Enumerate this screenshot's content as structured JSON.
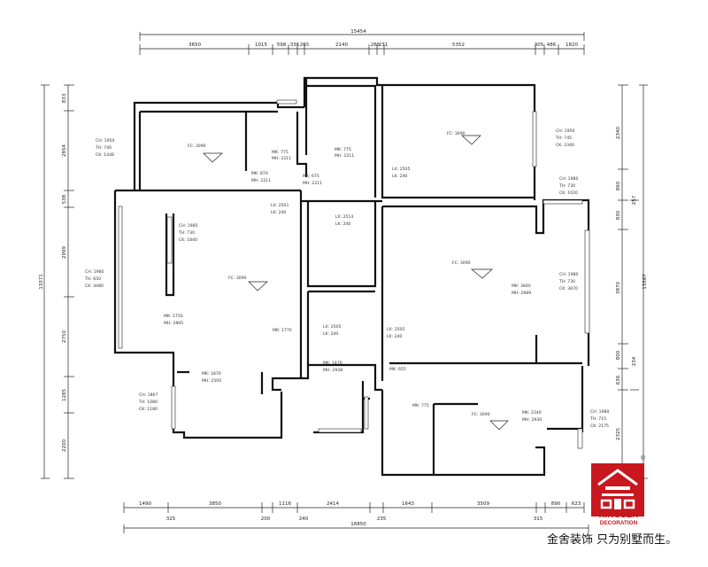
{
  "top_dims": {
    "total": "15454",
    "segments": [
      "3650",
      "1015",
      "598",
      "335",
      "265",
      "2140",
      "265",
      "231",
      "5352",
      "305",
      "486",
      "1820"
    ]
  },
  "bottom_dims": {
    "row1": [
      "1490",
      "3850",
      "1116",
      "2414",
      "1643",
      "3509",
      "890",
      "623"
    ],
    "row2": [
      "325",
      "200",
      "240",
      "235",
      "315"
    ],
    "total": "16850"
  },
  "left_dims": {
    "segments": [
      "833",
      "2854",
      "538",
      "2999",
      "2750",
      "1285",
      "2200"
    ],
    "total": "13371"
  },
  "right_dims": {
    "segments": [
      "2340",
      "860",
      "830",
      "3870",
      "800",
      "636",
      "2325"
    ],
    "extra": [
      "257",
      "234"
    ],
    "total": "13367"
  },
  "annotations": {
    "win_topleft": [
      "CH: 1950",
      "TH: 740",
      "CK: 1448"
    ],
    "fc_topleft": "FC: 3090",
    "mk_door1": [
      "MK: 870",
      "MH: 2211"
    ],
    "mk_door2": [
      "MK: 775",
      "MH: 2211"
    ],
    "mk_door3": [
      "MK: 675",
      "MH: 2211"
    ],
    "mk_door4": [
      "MK: 775",
      "MH: 2211"
    ],
    "fc_topright": "FC: 3090",
    "lx_topmid": [
      "LX: 2505",
      "LK: 240"
    ],
    "win_right1": [
      "CH: 1950",
      "TH: 745",
      "CK: 2340"
    ],
    "win_right2": [
      "CH: 1980",
      "TH: 730",
      "CK: 1020"
    ],
    "lx_living": [
      "LX: 2501",
      "LK: 240"
    ],
    "win_living_inner": [
      "CH: 1985",
      "TH: 730",
      "CK: 1840"
    ],
    "win_living_left": [
      "CH: 1980",
      "TH: 650",
      "CK: 4480"
    ],
    "fc_living": "FC: 3090",
    "mk_living": [
      "MK: 1750",
      "MH: 2895"
    ],
    "mk_1770": "MK: 1770",
    "mk_dining": [
      "MK: 1870",
      "MH: 2500"
    ],
    "win_dining": [
      "CH: 1867",
      "TH: 1080",
      "CK: 1180"
    ],
    "lx_2514": [
      "LX: 2514",
      "LK: 240"
    ],
    "lx_2505a": [
      "LX: 2505",
      "LK: 240"
    ],
    "mk_1470": [
      "MK: 1470",
      "MH: 2938"
    ],
    "fc_right": "FC: 3090",
    "mk_right": [
      "MK: 3840",
      "MH: 2989"
    ],
    "win_right3": [
      "CH: 1980",
      "TH: 730",
      "CK: 3870"
    ],
    "lx_2505b": [
      "LX: 2505",
      "LK: 240"
    ],
    "mk_655": "MK: 655",
    "mk_775b": "MK: 775",
    "fc_bottom": "FC: 3090",
    "mk_bottom": [
      "MK: 2340",
      "MH: 2930"
    ],
    "win_bottom": [
      "CH: 1980",
      "TH: 715",
      "CK: 2175"
    ]
  },
  "logo": {
    "name": "KINGSER",
    "sub": "DECORATION",
    "reg": "®",
    "slogan": "金舍装饰 只为别墅而生。",
    "brand_color": "#c8171e"
  }
}
